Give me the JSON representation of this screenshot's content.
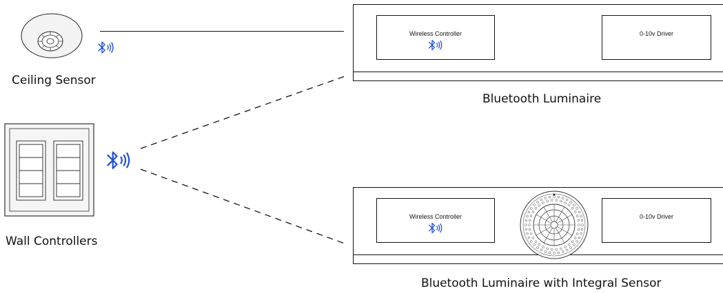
{
  "ceiling_sensor": {
    "label": "Ceiling Sensor"
  },
  "wall_controllers": {
    "label": "Wall Controllers"
  },
  "luminaire_top": {
    "caption": "Bluetooth Luminaire",
    "controller_label": "Wireless Controller",
    "driver_label": "0-10v Driver"
  },
  "luminaire_bottom": {
    "caption": "Bluetooth Luminaire with Integral Sensor",
    "controller_label": "Wireless Controller",
    "driver_label": "0-10v Driver"
  },
  "colors": {
    "bluetooth": "#1f4fd8",
    "line": "#111111",
    "sensor_fill": "#f2f2f2"
  },
  "icons": [
    "bluetooth-icon",
    "ceiling-sensor-icon",
    "wall-controller-icon",
    "integral-sensor-icon"
  ]
}
